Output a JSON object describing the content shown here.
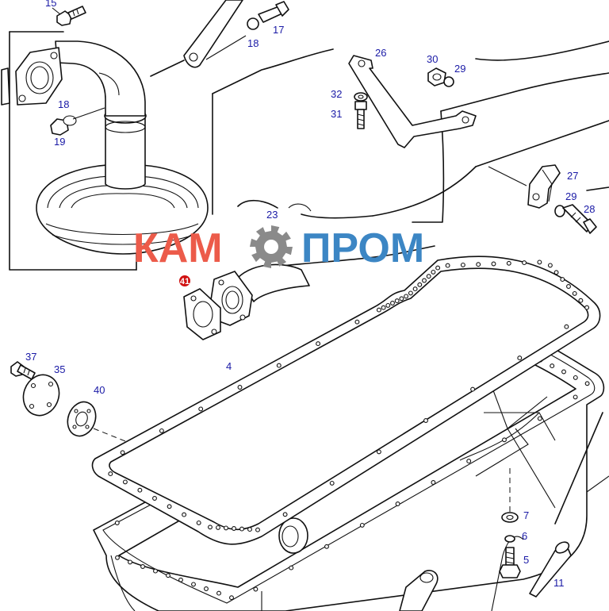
{
  "logo": {
    "word1": "КАМ",
    "word2": "ПРОМ",
    "color_word1": "#ec5b4a",
    "color_word2": "#3c86c4",
    "gear_color": "#8a8a8a"
  },
  "callouts": {
    "p15": "15",
    "p17": "17",
    "p18a": "18",
    "p18b": "18",
    "p19": "19",
    "p26": "26",
    "p30": "30",
    "p29a": "29",
    "p32": "32",
    "p31": "31",
    "p27": "27",
    "p29b": "29",
    "p28": "28",
    "p23": "23",
    "p41": "41",
    "p37": "37",
    "p35": "35",
    "p40": "40",
    "p4": "4",
    "p7": "7",
    "p6": "6",
    "p5": "5",
    "p11": "11"
  },
  "colors": {
    "callout": "#1a1aa6",
    "callout_highlight": "#d01010"
  }
}
